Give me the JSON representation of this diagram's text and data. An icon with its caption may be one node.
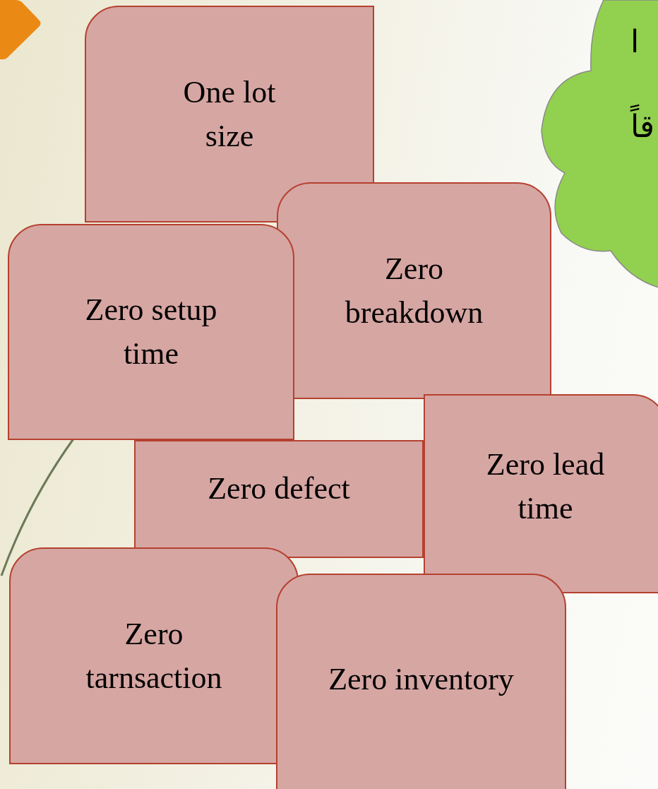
{
  "diagram": {
    "nodes": [
      {
        "text": [
          "One lot size"
        ]
      },
      {
        "text": [
          "Zero breakdown"
        ]
      },
      {
        "text": [
          "Zero setup time"
        ]
      },
      {
        "text": [
          "Zero defect"
        ]
      },
      {
        "text": [
          "Zero lead time"
        ]
      },
      {
        "text": [
          "Zero tarnsaction"
        ]
      },
      {
        "text": [
          "Zero inventory"
        ]
      },
      {
        "text": [
          "ا",
          "قاً"
        ]
      }
    ]
  }
}
